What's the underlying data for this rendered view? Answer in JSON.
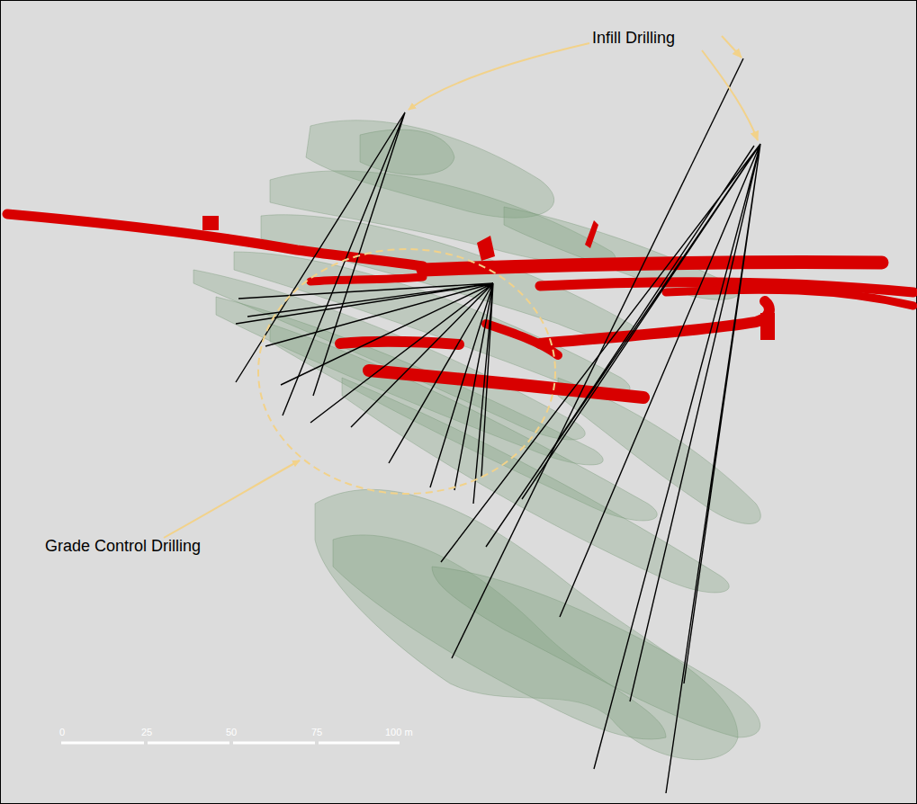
{
  "diagram": {
    "labels": [
      "Infill Drilling",
      "Grade Control Drilling",
      "0",
      "25",
      "50",
      "75",
      "100 m"
    ]
  }
}
